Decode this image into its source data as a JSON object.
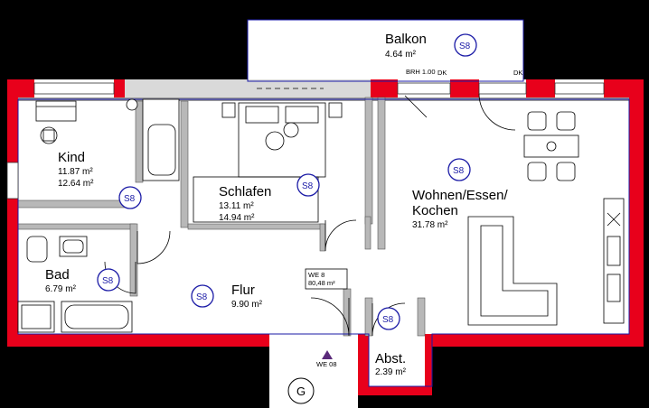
{
  "rooms": {
    "balkon": {
      "name": "Balkon",
      "area": "4.64 m²"
    },
    "kind": {
      "name": "Kind",
      "area1": "11.87 m²",
      "area2": "12.64 m²"
    },
    "schlafen": {
      "name": "Schlafen",
      "area1": "13.11 m²",
      "area2": "14.94 m²"
    },
    "wohnen": {
      "name1": "Wohnen/Essen/",
      "name2": "Kochen",
      "area": "31.78 m²"
    },
    "bad": {
      "name": "Bad",
      "area": "6.79 m²"
    },
    "flur": {
      "name": "Flur",
      "area": "9.90 m²"
    },
    "abst": {
      "name": "Abst.",
      "area": "2.39 m²"
    }
  },
  "marker": "S8",
  "unit_box": {
    "line1": "WE 8",
    "line2": "80,48 m²"
  },
  "entrance_label": "WE 08",
  "stair_label": "G",
  "annotations": {
    "brh": "BRH 1.00",
    "dk1": "DK",
    "dk2": "DK"
  },
  "colors": {
    "wall": "#e8001b",
    "marker": "#1a1aa6",
    "background": "#000000",
    "floor": "#ffffff"
  }
}
